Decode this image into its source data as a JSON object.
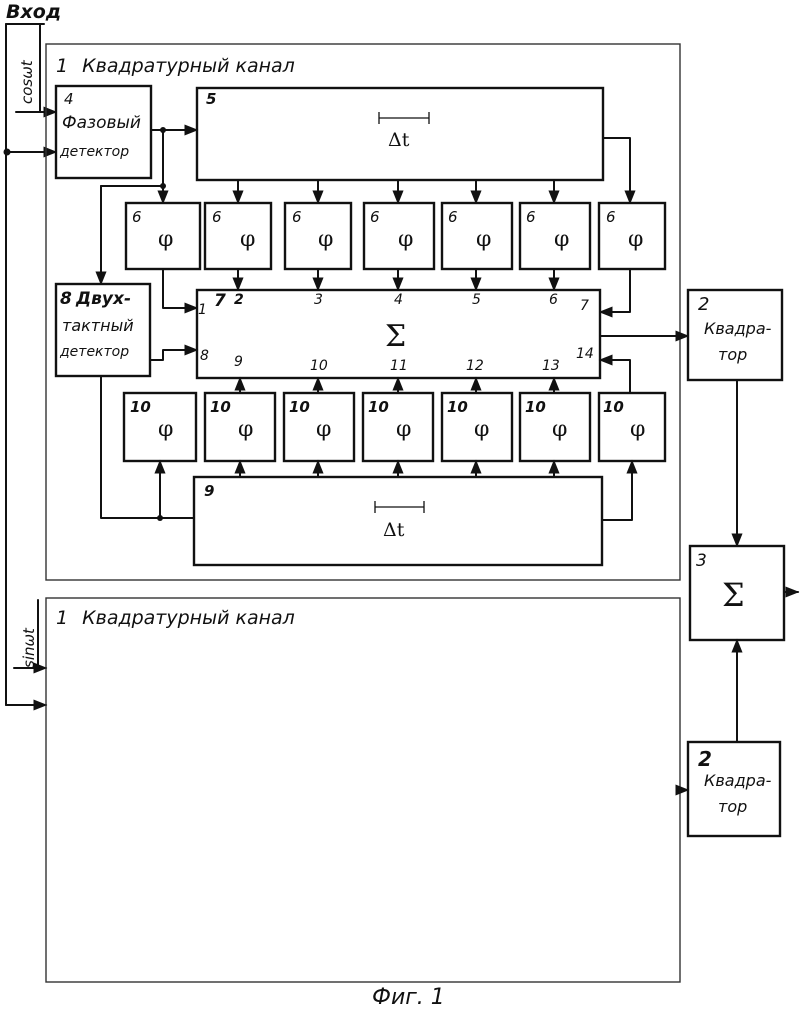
{
  "input": {
    "label": "Вход",
    "cos_label": "cosωt",
    "sin_label": "sinωt"
  },
  "channel_top": {
    "number": "1",
    "label": "Квадратурный канал"
  },
  "channel_bottom": {
    "number": "1",
    "label": "Квадратурный канал"
  },
  "phase_detector": {
    "number": "4",
    "line1": "Фазовый",
    "line2": "детектор"
  },
  "delay_top": {
    "number": "5",
    "label": "Δt"
  },
  "delay_bottom": {
    "number": "9",
    "label": "Δt"
  },
  "pushpull_detector": {
    "number": "8",
    "line1": "Двух-",
    "line2": "тактный",
    "line3": "детектор"
  },
  "phi_symbol": "φ",
  "phi_top": {
    "number": "6"
  },
  "phi_bottom": {
    "number": "10"
  },
  "adder": {
    "number": "7",
    "symbol": "Σ",
    "inputs_top": [
      "1",
      "2",
      "3",
      "4",
      "5",
      "6",
      "7"
    ],
    "inputs_bottom": [
      "8",
      "9",
      "10",
      "11",
      "12",
      "13",
      "14"
    ]
  },
  "squarer_top": {
    "number": "2",
    "line1": "Квадра-",
    "line2": "тор"
  },
  "squarer_bottom": {
    "number": "2",
    "line1": "Квадра-",
    "line2": "тор"
  },
  "final_adder": {
    "number": "3",
    "symbol": "Σ"
  },
  "caption": "Фиг. 1"
}
